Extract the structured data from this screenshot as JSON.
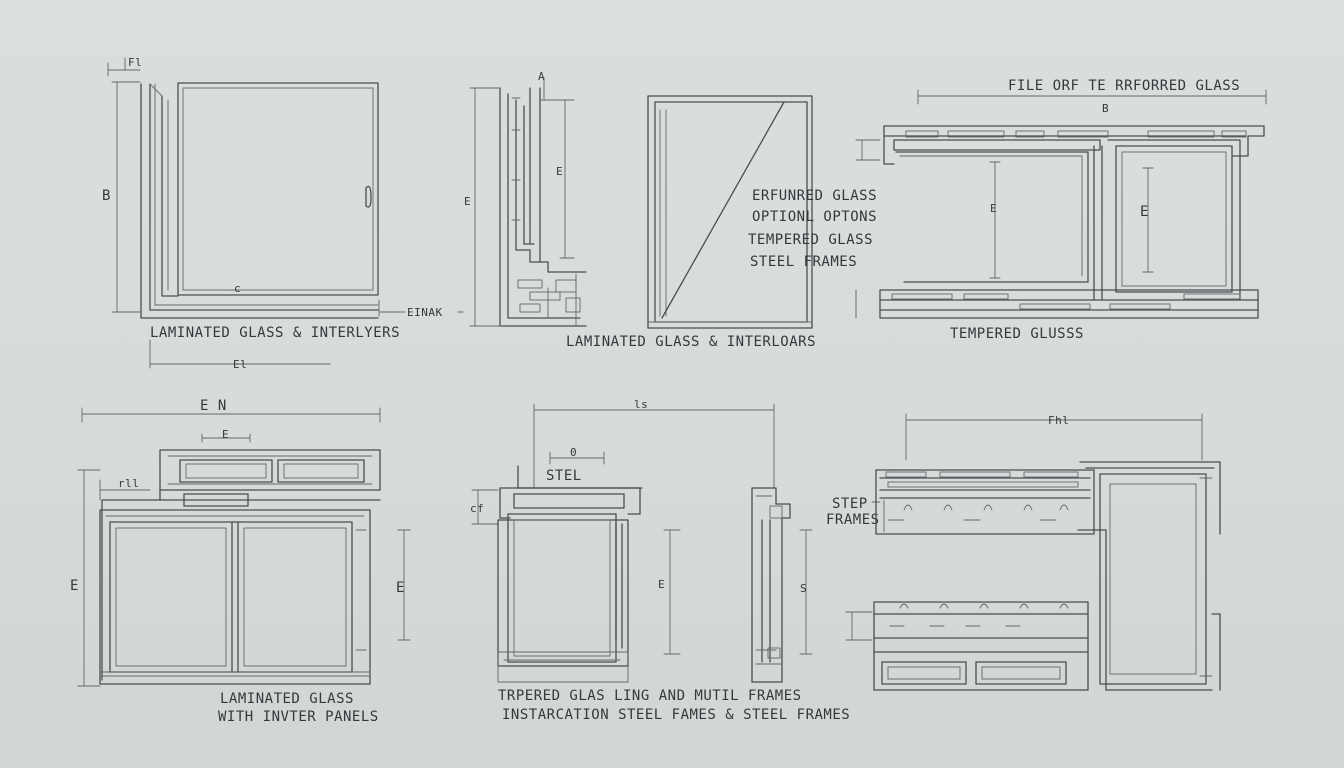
{
  "labels": {
    "tl_caption": "LAMINATED GLASS & INTERLYERS",
    "tc_caption": "LAMINATED GLASS & INTERLOARS",
    "tc_note_1": "ERFUNRED GLASS",
    "tc_note_2": "OPTIONL OPTONS",
    "tc_note_3": "TEMPERED GLASS",
    "tc_note_4": "STEEL FRAMES",
    "tr_title": "FILE ORF TE RRFORRED GLASS",
    "tr_caption": "TEMPERED GLUSSS",
    "bl_caption_1": "LAMINATED GLASS",
    "bl_caption_2": "WITH INVTER PANELS",
    "bc_label": "STEL",
    "bc_caption_1": "TRPERED GLAS LING AND   MUTIL FRAMES",
    "bc_caption_2": "INSTARCATION STEEL FAMES & STEEL FRAMES",
    "br_label_1": "STEP",
    "br_label_2": "FRAMES"
  },
  "dims": {
    "tl_top": "Fl",
    "tl_left": "B",
    "tl_bottom": "El",
    "tl_inner": "c",
    "tl_side": "EINAK",
    "tc_top": "A",
    "tc_left": "E",
    "tc_inner": "E",
    "tr_top": "B",
    "tr_inner_1": "E",
    "tr_inner_2": "E",
    "bl_top": "E N",
    "bl_sub": "E",
    "bl_mark": "rll",
    "bl_left": "E",
    "bl_right": "E",
    "bc_top": "ls",
    "bc_sub": "0",
    "bc_left": "cf",
    "bc_inner": "E",
    "bc_right": "S",
    "br_top": "Fhl"
  }
}
